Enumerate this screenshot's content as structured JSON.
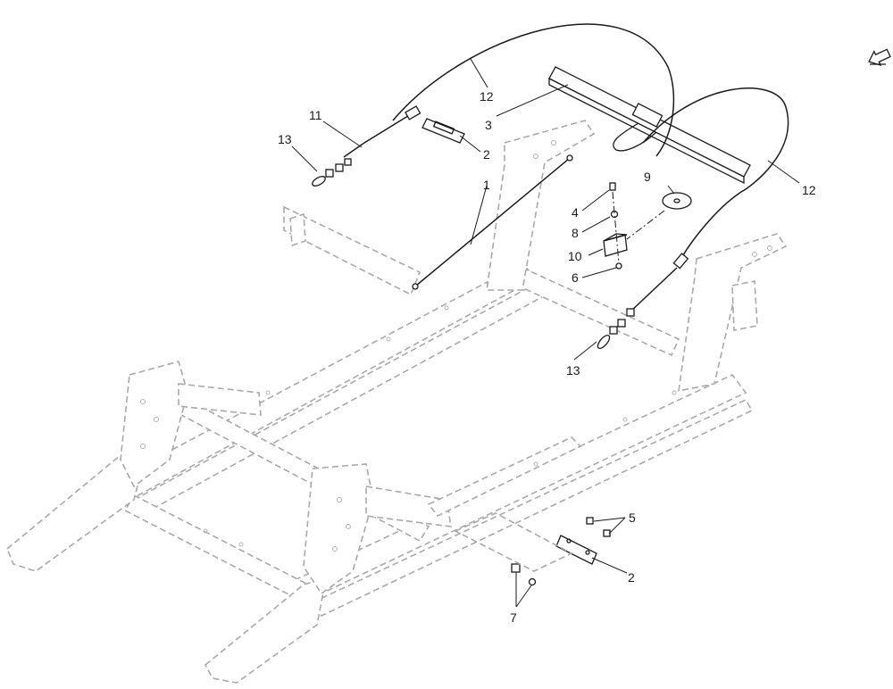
{
  "callouts": [
    {
      "id": "c1",
      "label": "1"
    },
    {
      "id": "c2a",
      "label": "2"
    },
    {
      "id": "c2b",
      "label": "2"
    },
    {
      "id": "c3",
      "label": "3"
    },
    {
      "id": "c4",
      "label": "4"
    },
    {
      "id": "c5",
      "label": "5"
    },
    {
      "id": "c6",
      "label": "6"
    },
    {
      "id": "c7",
      "label": "7"
    },
    {
      "id": "c8",
      "label": "8"
    },
    {
      "id": "c9",
      "label": "9"
    },
    {
      "id": "c10",
      "label": "10"
    },
    {
      "id": "c11",
      "label": "11"
    },
    {
      "id": "c12a",
      "label": "12"
    },
    {
      "id": "c12b",
      "label": "12"
    },
    {
      "id": "c13a",
      "label": "13"
    },
    {
      "id": "c13b",
      "label": "13"
    }
  ],
  "icons": {
    "navigation": "return-arrow-icon"
  },
  "colors": {
    "line": "#1a1a1a",
    "frame": "#a9a9a9",
    "background": "#ffffff"
  }
}
